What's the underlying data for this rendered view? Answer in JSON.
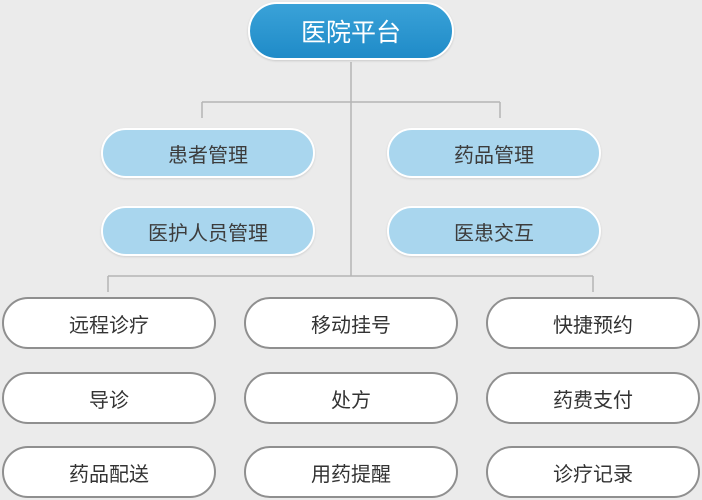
{
  "root": {
    "label": "医院平台"
  },
  "management": [
    {
      "label": "患者管理"
    },
    {
      "label": "药品管理"
    },
    {
      "label": "医护人员管理"
    },
    {
      "label": "医患交互"
    }
  ],
  "services": [
    {
      "label": "远程诊疗"
    },
    {
      "label": "移动挂号"
    },
    {
      "label": "快捷预约"
    },
    {
      "label": "导诊"
    },
    {
      "label": "处方"
    },
    {
      "label": "药费支付"
    },
    {
      "label": "药品配送"
    },
    {
      "label": "用药提醒"
    },
    {
      "label": "诊疗记录"
    }
  ],
  "colors": {
    "root_fill": "#2595d0",
    "mid_fill": "#a9d6ee",
    "leaf_fill": "#ffffff",
    "leaf_border": "#8f8f8f",
    "connector": "#b5b5b5",
    "background": "#ebebeb"
  }
}
